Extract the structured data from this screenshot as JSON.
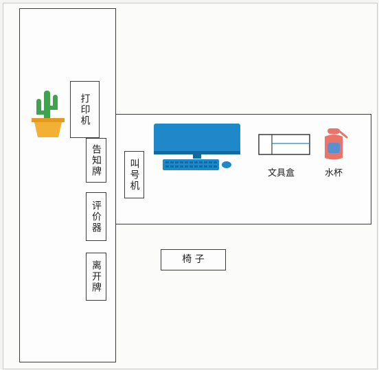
{
  "labels": {
    "printer": "打印机",
    "notice_board": "告知牌",
    "evaluator": "评价器",
    "away_sign": "离开牌",
    "queue_machine": "叫号机",
    "stationery_box": "文具盒",
    "water_cup": "水杯",
    "chair": "椅 子"
  },
  "colors": {
    "monitor": "#1e88c9",
    "monitor_dark": "#136a9f",
    "cactus": "#3fa34d",
    "pot": "#f2b134",
    "cup_body": "#e8746b",
    "cup_label": "#5a8fd0",
    "frame": "#3a3a3a"
  },
  "icons": [
    "cactus-icon",
    "computer-icon",
    "stationery-box-icon",
    "water-cup-icon"
  ]
}
